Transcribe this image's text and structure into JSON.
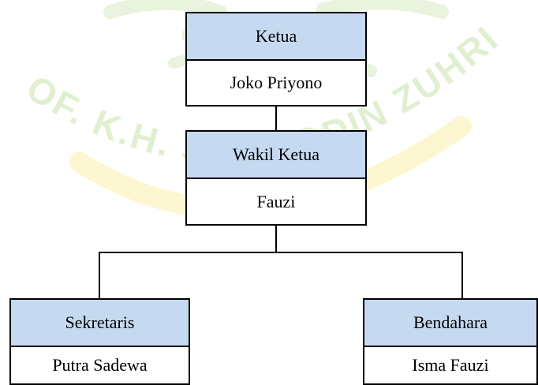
{
  "colors": {
    "role_fill": "#c5d9f1",
    "border": "#000000",
    "watermark": "#8bc34a",
    "watermark_accent": "#f2d300"
  },
  "watermark": {
    "text": "OF. K.H. SAIFUDDIN ZUHRI"
  },
  "organization": {
    "ketua": {
      "role": "Ketua",
      "name": "Joko Priyono"
    },
    "wakil_ketua": {
      "role": "Wakil Ketua",
      "name": "Fauzi"
    },
    "sekretaris": {
      "role": "Sekretaris",
      "name": "Putra Sadewa"
    },
    "bendahara": {
      "role": "Bendahara",
      "name": "Isma Fauzi"
    }
  }
}
